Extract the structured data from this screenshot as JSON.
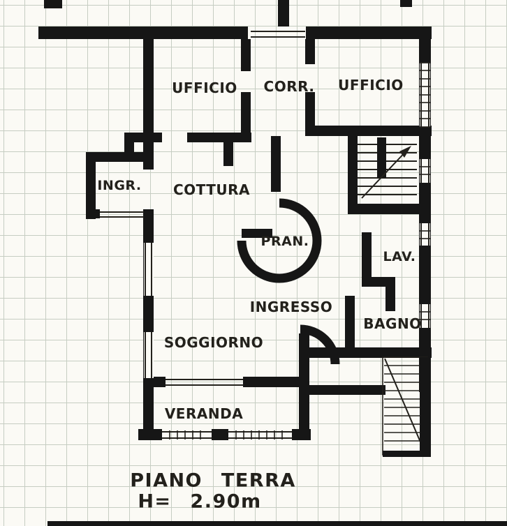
{
  "plan": {
    "title": "PIANO TERRA",
    "height_label": "H= 2.90m",
    "rooms": [
      {
        "id": "ufficio-left",
        "label": "UFFICIO"
      },
      {
        "id": "corridoio",
        "label": "CORR."
      },
      {
        "id": "ufficio-right",
        "label": "UFFICIO"
      },
      {
        "id": "ingr",
        "label": "INGR."
      },
      {
        "id": "cottura",
        "label": "COTTURA"
      },
      {
        "id": "pranzo",
        "label": "PRAN."
      },
      {
        "id": "lavanderia",
        "label": "LAV."
      },
      {
        "id": "ingresso",
        "label": "INGRESSO"
      },
      {
        "id": "bagno",
        "label": "BAGNO"
      },
      {
        "id": "soggiorno",
        "label": "SOGGIORNO"
      },
      {
        "id": "veranda",
        "label": "VERANDA"
      }
    ],
    "colors": {
      "wall": "#161616",
      "ink": "#23211c",
      "grid": "#c6cdc2",
      "paper": "#fbfaf5"
    }
  }
}
